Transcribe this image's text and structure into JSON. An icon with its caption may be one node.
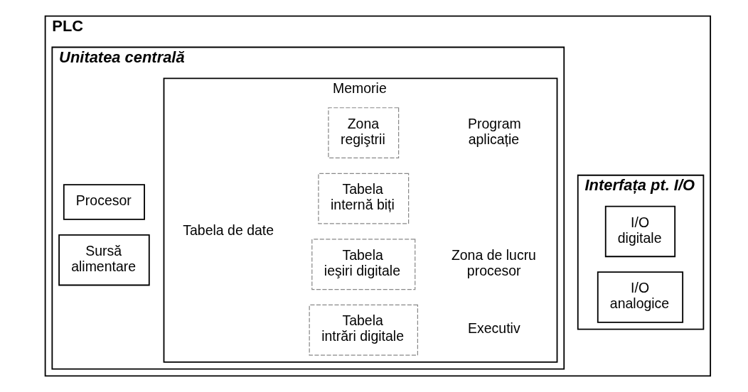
{
  "diagram": {
    "nodes": [
      {
        "text": [
          "PLC"
        ]
      },
      {
        "text": [
          "Unitatea centrală"
        ],
        "in": 0
      },
      {
        "text": [
          "Procesor"
        ],
        "in": 1
      },
      {
        "text": [
          "Sursă alimentare"
        ],
        "in": 1
      },
      {
        "text": [
          "Memorie"
        ],
        "in": 1
      },
      {
        "text": [
          "Tabela intrări digitale"
        ],
        "in": 4
      },
      {
        "text": [
          "Tabela ieşiri digitale"
        ],
        "in": 4
      },
      {
        "text": [
          "Tabela internă biți"
        ],
        "in": 4
      },
      {
        "text": [
          "Zona regiştrii"
        ],
        "in": 4
      },
      {
        "text": [
          "Executiv"
        ],
        "in": 4
      },
      {
        "text": [
          "Zona de lucru procesor"
        ],
        "in": 4
      },
      {
        "text": [
          "Program aplicație"
        ],
        "in": 4
      },
      {
        "text": [
          "Interfața pt. I/O"
        ],
        "in": 0
      },
      {
        "text": [
          "I/O digitale"
        ],
        "in": 12
      },
      {
        "text": [
          "I/O analogice"
        ],
        "in": 12
      }
    ],
    "labels": [
      "Tabela de date"
    ]
  }
}
